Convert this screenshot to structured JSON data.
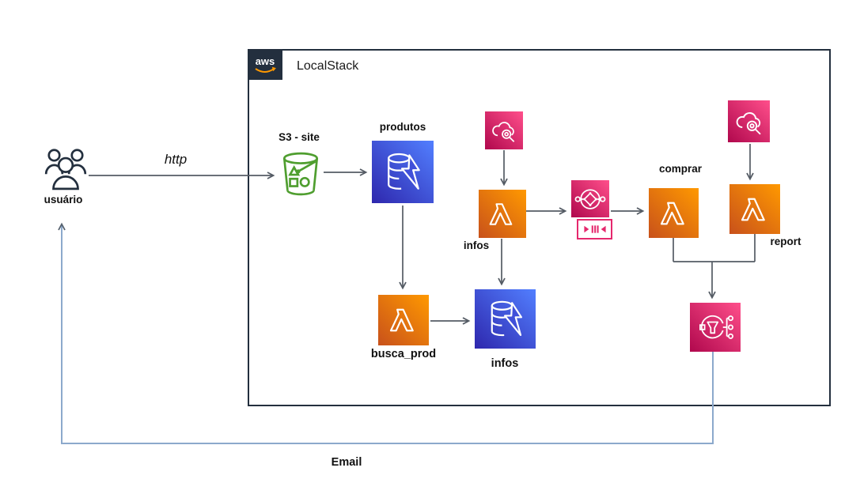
{
  "diagram": {
    "provider_badge": "aws",
    "container_title": "LocalStack",
    "colors": {
      "lambda_gradient": [
        "#C8511B",
        "#FF9900"
      ],
      "database_gradient": [
        "#2E27AD",
        "#527FFF"
      ],
      "pink_gradient": [
        "#B0084D",
        "#FF4F8B"
      ],
      "s3_green": "#4F9E2F",
      "navy": "#232F3E",
      "arrow_gray": "#545B64",
      "email_line_blue": "#8CA9CC",
      "aws_smile_orange": "#FF9900"
    },
    "nodes": {
      "user": {
        "label": "usuário",
        "icon": "users-icon"
      },
      "s3": {
        "label": "S3 - site",
        "icon": "s3-bucket-icon"
      },
      "produtos_db": {
        "label": "produtos",
        "icon": "dynamodb-icon"
      },
      "scheduler_infos": {
        "icon": "cloudwatch-icon"
      },
      "lambda_infos": {
        "label": "infos",
        "icon": "lambda-icon"
      },
      "sqs": {
        "icon": "sqs-icon"
      },
      "sqs_queue": {
        "icon": "queue-icon"
      },
      "lambda_comprar": {
        "label": "comprar",
        "icon": "lambda-icon"
      },
      "scheduler_report": {
        "icon": "cloudwatch-icon"
      },
      "lambda_report": {
        "label": "report",
        "icon": "lambda-icon"
      },
      "lambda_busca_prod": {
        "label": "busca_prod",
        "icon": "lambda-icon"
      },
      "infos_db": {
        "label": "infos",
        "icon": "dynamodb-icon"
      },
      "sns": {
        "icon": "sns-icon"
      }
    },
    "edges": {
      "http_label": "http",
      "email_label": "Email"
    }
  }
}
